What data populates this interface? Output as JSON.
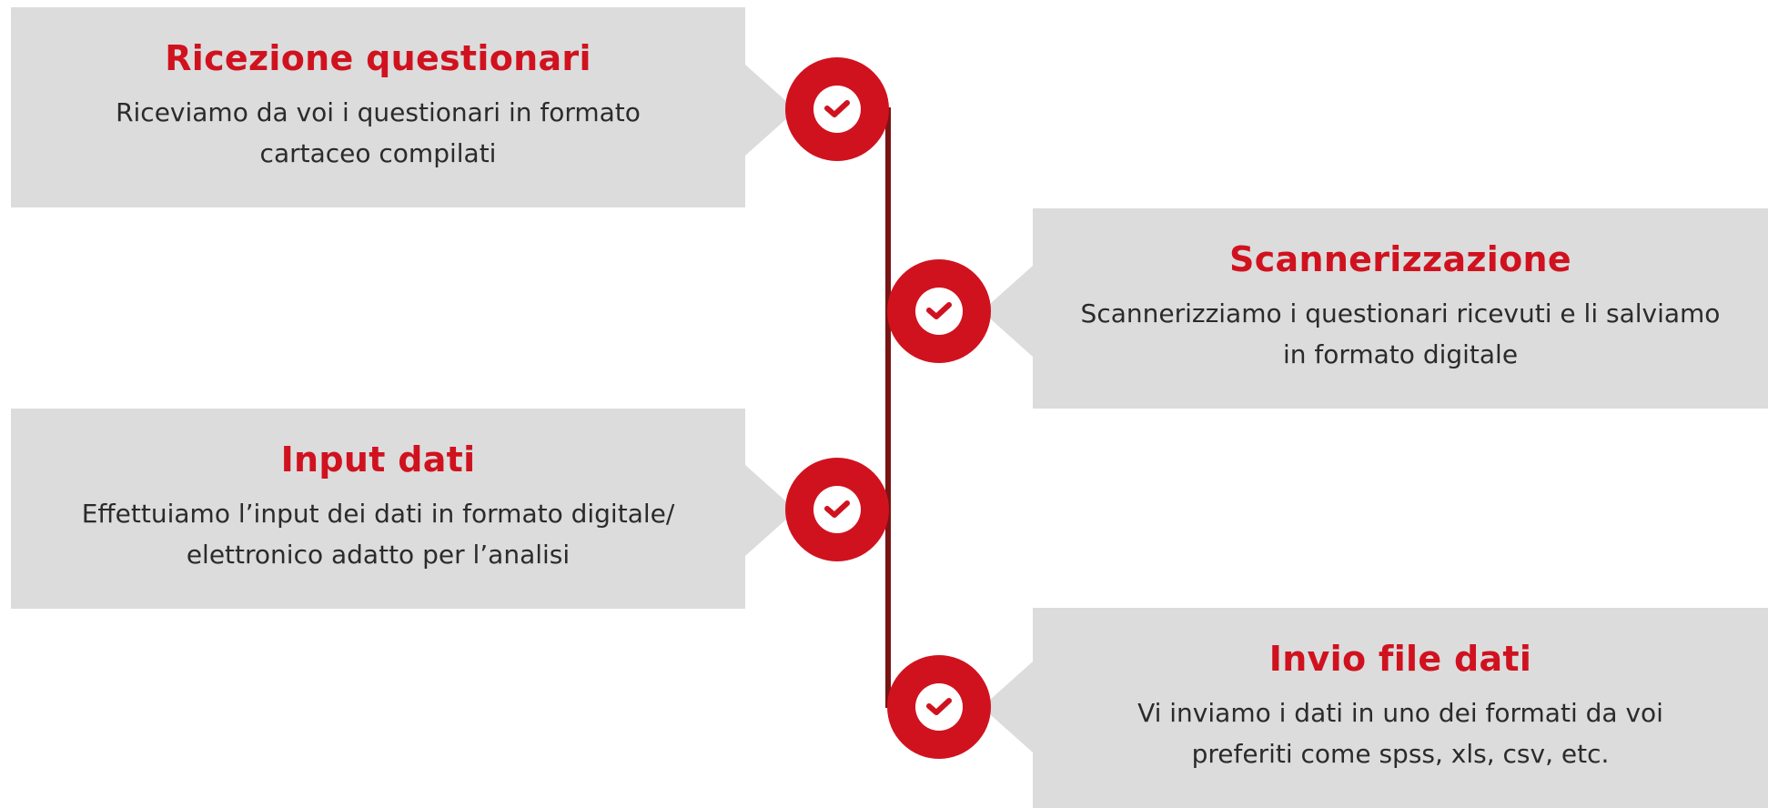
{
  "colors": {
    "accent": "#d0121f",
    "card_background": "#dcdcdc",
    "connector_line": "#7a1414",
    "body_text": "#2b2b2b"
  },
  "steps": [
    {
      "title": "Ricezione questionari",
      "lines": [
        "Riceviamo da voi i questionari in formato",
        "cartaceo compilati"
      ],
      "icon": "check-circle-icon"
    },
    {
      "title": "Scannerizzazione",
      "lines": [
        "Scannerizziamo i questionari ricevuti e li salviamo",
        "in formato digitale"
      ],
      "icon": "check-circle-icon"
    },
    {
      "title": "Input dati",
      "lines": [
        "Effettuiamo l’input dei dati in formato digitale/",
        "elettronico adatto per l’analisi"
      ],
      "icon": "check-circle-icon"
    },
    {
      "title": "Invio file dati",
      "lines": [
        "Vi inviamo i dati in uno dei formati da voi",
        "preferiti come spss, xls, csv, etc."
      ],
      "icon": "check-circle-icon"
    }
  ]
}
